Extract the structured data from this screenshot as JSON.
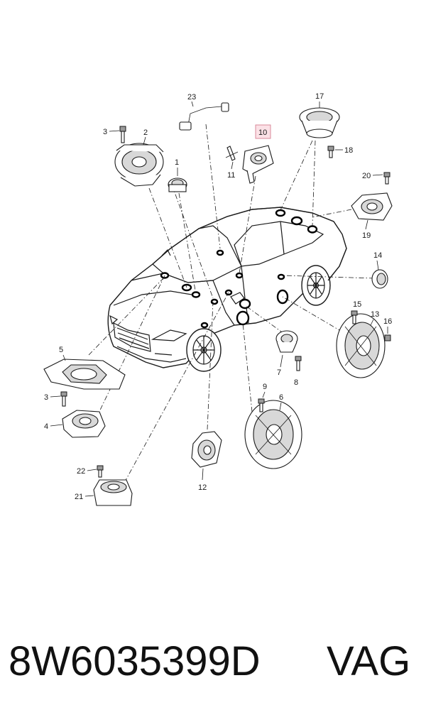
{
  "diagram": {
    "callouts": {
      "c1": "1",
      "c2": "2",
      "c3a": "3",
      "c3b": "3",
      "c4": "4",
      "c5": "5",
      "c6": "6",
      "c7": "7",
      "c8": "8",
      "c9": "9",
      "c10": "10",
      "c11": "11",
      "c12": "12",
      "c13": "13",
      "c14": "14",
      "c15": "15",
      "c16": "16",
      "c17": "17",
      "c18": "18",
      "c19": "19",
      "c20": "20",
      "c21": "21",
      "c22": "22",
      "c23": "23"
    },
    "highlighted_callout": "10",
    "highlight_color": "#fbe1e6"
  },
  "footer": {
    "part_number": "8W6035399D",
    "brand": "VAG"
  }
}
